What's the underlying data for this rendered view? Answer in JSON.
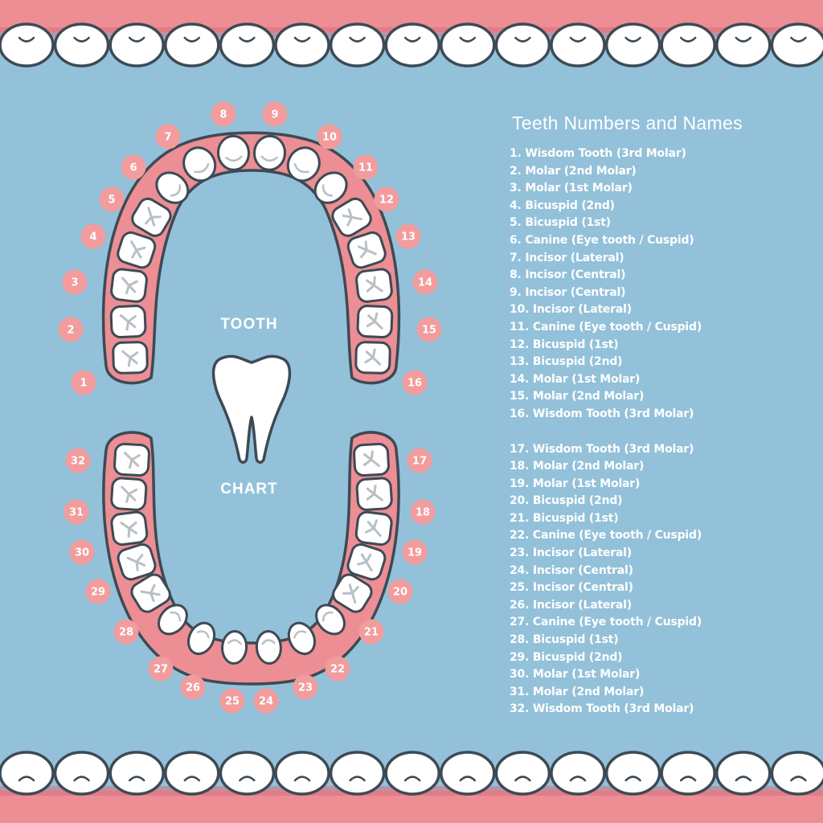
{
  "colors": {
    "background": "#93c1d9",
    "gum": "#ec8e93",
    "gum_dark": "#d9707a",
    "tooth": "#ffffff",
    "outline": "#3d4a55",
    "crease": "#b8c0c6",
    "badge": "#f29c9d"
  },
  "chart_title": "Teeth Numbers and Names",
  "center_label_top": "TOOTH",
  "center_label_bottom": "CHART",
  "tooth_numbers": {
    "upper": [
      "1",
      "2",
      "3",
      "4",
      "5",
      "6",
      "7",
      "8",
      "9",
      "10",
      "11",
      "12",
      "13",
      "14",
      "15",
      "16"
    ],
    "lower": [
      "17",
      "18",
      "19",
      "20",
      "21",
      "22",
      "23",
      "24",
      "25",
      "26",
      "27",
      "28",
      "29",
      "30",
      "31",
      "32"
    ]
  },
  "legend": {
    "upper": [
      "1. Wisdom Tooth (3rd Molar)",
      "2. Molar (2nd Molar)",
      "3. Molar (1st Molar)",
      "4. Bicuspid (2nd)",
      "5. Bicuspid (1st)",
      "6. Canine (Eye tooth / Cuspid)",
      "7. Incisor (Lateral)",
      "8. Incisor (Central)",
      "9. Incisor (Central)",
      "10. Incisor (Lateral)",
      "11. Canine (Eye tooth / Cuspid)",
      "12. Bicuspid (1st)",
      "13. Bicuspid (2nd)",
      "14. Molar (1st Molar)",
      "15. Molar (2nd Molar)",
      "16. Wisdom Tooth (3rd Molar)"
    ],
    "lower": [
      "17. Wisdom Tooth (3rd Molar)",
      "18. Molar (2nd Molar)",
      "19. Molar (1st Molar)",
      "20. Bicuspid (2nd)",
      "21. Bicuspid (1st)",
      "22. Canine (Eye tooth / Cuspid)",
      "23. Incisor (Lateral)",
      "24. Incisor (Central)",
      "25. Incisor (Central)",
      "26. Incisor (Lateral)",
      "27. Canine (Eye tooth / Cuspid)",
      "28. Bicuspid (1st)",
      "29. Bicuspid (2nd)",
      "30. Molar (1st Molar)",
      "31. Molar (2nd Molar)",
      "32. Wisdom Tooth (3rd Molar)"
    ]
  }
}
